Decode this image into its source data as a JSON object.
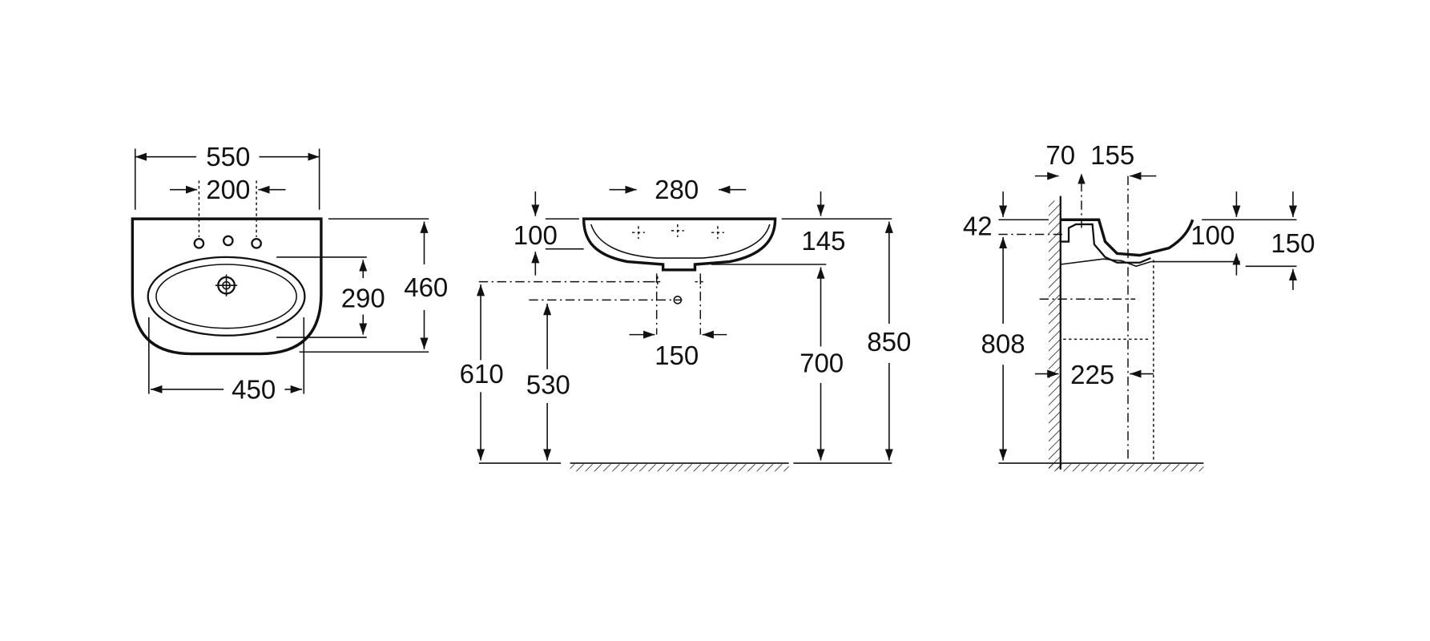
{
  "colors": {
    "line": "#111111",
    "background": "#ffffff"
  },
  "plan_view": {
    "overall_width": "550",
    "tap_hole_spacing": "200",
    "depth": "460",
    "bowl_depth": "290",
    "bowl_width": "450"
  },
  "front_view": {
    "tap_hole_spacing": "280",
    "bowl_height": "100",
    "basin_height": "145",
    "supply_height": "610",
    "drain_height": "530",
    "supply_spacing": "150",
    "underside_height": "700",
    "rim_height": "850"
  },
  "side_view": {
    "wall_gap": "70",
    "waste_offset": "155",
    "rim_to_fixing": "42",
    "fixing_height": "808",
    "bowl_height": "100",
    "basin_height": "150",
    "waste_from_wall": "225"
  }
}
